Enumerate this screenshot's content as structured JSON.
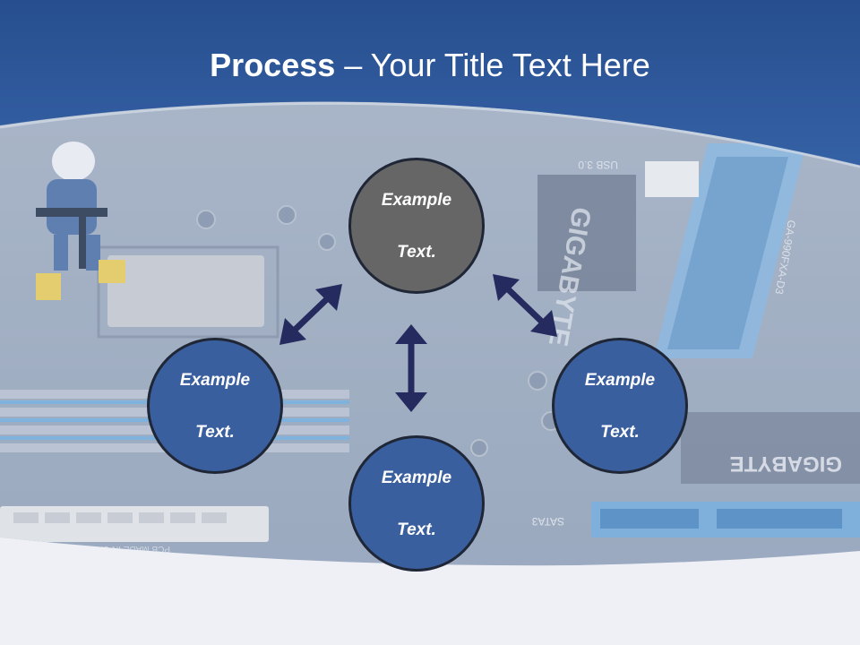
{
  "slide": {
    "title_bold": "Process",
    "title_separator": " – ",
    "title_rest": "Your Title Text Here"
  },
  "circles": {
    "top": {
      "line1": "Example",
      "line2": "Text."
    },
    "left": {
      "line1": "Example",
      "line2": "Text."
    },
    "right": {
      "line1": "Example",
      "line2": "Text."
    },
    "bottom": {
      "line1": "Example",
      "line2": "Text."
    }
  },
  "background_text": {
    "brand_top": "GIGABYTE",
    "brand_right": "GIGABYTE",
    "usb_label": "USB 3.0",
    "model_label": "GA-990FXA-D3",
    "sata_label": "SATA3",
    "made_in": "PCB MADE IN CHINA"
  },
  "colors": {
    "header_blue": "#2f5fa3",
    "circle_gray": "#666666",
    "circle_blue": "#3a5f9e",
    "arrow_navy": "#252b5e",
    "bottom_band": "#eef0f6"
  }
}
